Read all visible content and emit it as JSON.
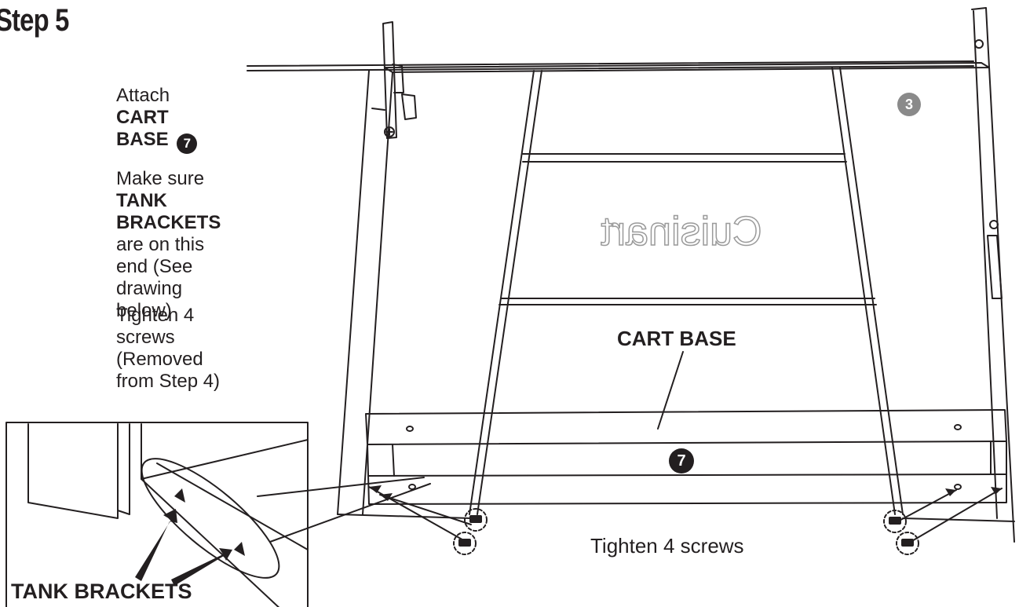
{
  "step": {
    "title": "Step 5"
  },
  "instructions": {
    "attach_prefix": "Attach ",
    "attach_part": "CART BASE",
    "attach_part_number": "7",
    "sure_prefix": "Make sure ",
    "sure_part": "TANK BRACKETS",
    "sure_suffix": " are on this end (See drawing below)",
    "tighten": "Tighten 4 screws (Removed from Step 4)"
  },
  "callouts": {
    "cart_base": "CART BASE",
    "cart_base_number": "7",
    "side_panel_number": "3",
    "tighten_screws": "Tighten 4 screws",
    "tank_brackets": "TANK BRACKETS",
    "brand_logo": "Cuisinart"
  },
  "colors": {
    "ink": "#231f20",
    "badge_gray": "#8a8a8a",
    "logo_outline": "#9a9a9a"
  }
}
